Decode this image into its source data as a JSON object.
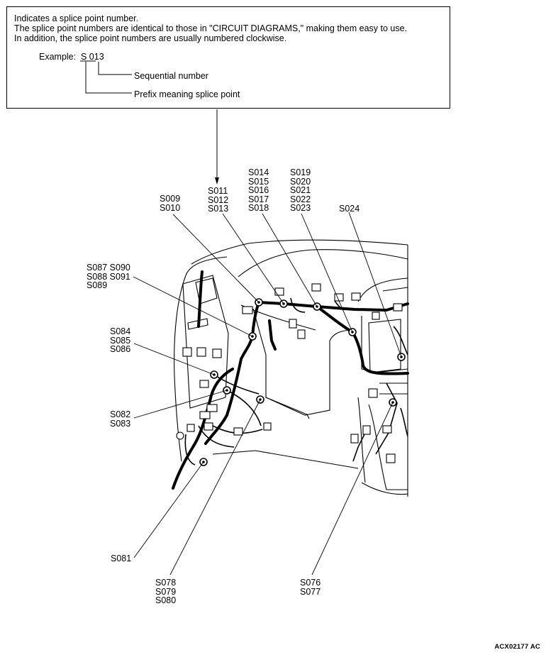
{
  "legend": {
    "line1": "Indicates a splice point number.",
    "line2": "The splice point numbers are identical to those in \"CIRCUIT DIAGRAMS,\" making them easy to use.",
    "line3": "In addition, the splice point numbers are usually numbered clockwise.",
    "example_label": "Example:",
    "example_code": "S 013",
    "sequential_label": "Sequential number",
    "prefix_label": "Prefix meaning splice point"
  },
  "labels": {
    "s009": "S009\nS010",
    "s011": "S011\nS012\nS013",
    "s014": "S014\nS015\nS016\nS017\nS018",
    "s019": "S019\nS020\nS021\nS022\nS023",
    "s024": "S024",
    "s087": "S087 S090\nS088 S091\nS089",
    "s084": "S084\nS085\nS086",
    "s082": "S082\nS083",
    "s081": "S081",
    "s078": "S078\nS079\nS080",
    "s076": "S076\nS077"
  },
  "figure_id": "ACX02177 AC"
}
